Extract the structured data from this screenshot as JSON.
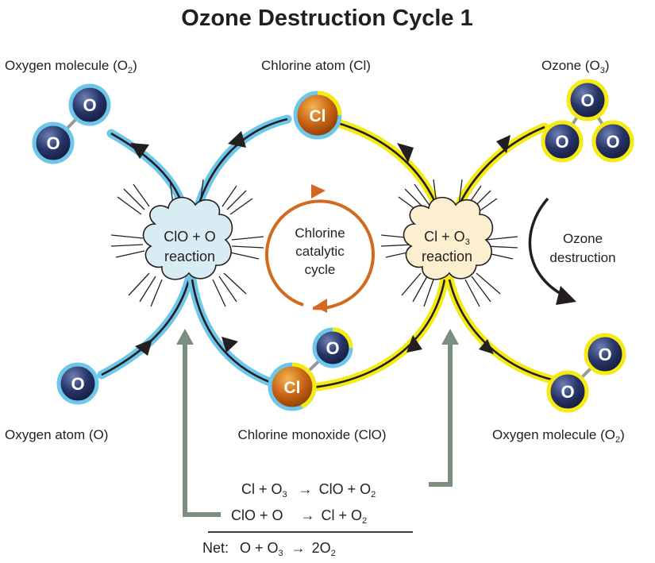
{
  "title": "Ozone Destruction Cycle 1",
  "labels": {
    "oxygen_molecule_top": {
      "text": "Oxygen molecule (O",
      "sub": "2",
      "end": ")"
    },
    "chlorine_atom": "Chlorine atom (Cl)",
    "ozone": {
      "text": "Ozone (O",
      "sub": "3",
      "end": ")"
    },
    "oxygen_atom": "Oxygen atom (O)",
    "chlorine_monoxide": "Chlorine monoxide (ClO)",
    "oxygen_molecule_bottom": {
      "text": "Oxygen molecule (O",
      "sub": "2",
      "end": ")"
    }
  },
  "reactions": {
    "left": {
      "line1": "ClO + O",
      "line2": "reaction"
    },
    "right": {
      "line1a": "Cl + O",
      "line1sub": "3",
      "line2": "reaction"
    }
  },
  "cycle": {
    "line1": "Chlorine",
    "line2": "catalytic",
    "line3": "cycle"
  },
  "destruction": {
    "line1": "Ozone",
    "line2": "destruction"
  },
  "atoms": {
    "oxygen": "O",
    "chlorine": "Cl"
  },
  "equations": {
    "eq1": {
      "lhs": "Cl + O",
      "lhs_sub": "3",
      "arrow": "→",
      "rhs": "ClO + O",
      "rhs_sub": "2"
    },
    "eq2": {
      "lhs": "ClO + O",
      "arrow": "→",
      "rhs": "Cl + O",
      "rhs_sub": "2"
    },
    "net": {
      "label": "Net:",
      "lhs": "O + O",
      "lhs_sub": "3",
      "arrow": "→",
      "rhs": "2O",
      "rhs_sub": "2"
    }
  },
  "colors": {
    "blue_path": "#6ec6ea",
    "yellow_path": "#f5ea14",
    "orange_cycle": "#d2691e",
    "green_arrow": "#7a8f80",
    "oxygen_atom": "#1f2b5c",
    "chlorine_atom": "#c85a10",
    "left_cloud": "#d8ecf3",
    "right_cloud": "#fbefd0"
  }
}
